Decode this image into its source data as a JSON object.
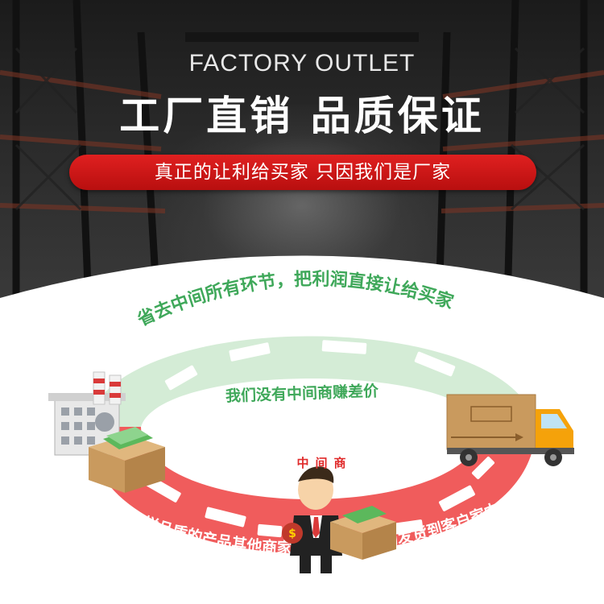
{
  "hero": {
    "title_en": "FACTORY OUTLET",
    "title_cn": "工厂直销 品质保证",
    "banner_text": "真正的让利给买家 只因我们是厂家"
  },
  "diagram": {
    "top_arc_text": "省去中间所有环节，把利润直接让给买家",
    "inner_text": "我们没有中间商赚差价",
    "bottom_arc_text": "同样品质的产品其他商家通过中间商采购发货到客户家中",
    "middleman_label": "中间商",
    "middleman_badge": "$"
  },
  "colors": {
    "green_ring": "#d4ecd6",
    "green_text": "#3fa85a",
    "red_ring": "#f05c5c",
    "banner_red": "#d01818",
    "truck_orange": "#f5a20a",
    "box_brown": "#c99a5e"
  }
}
